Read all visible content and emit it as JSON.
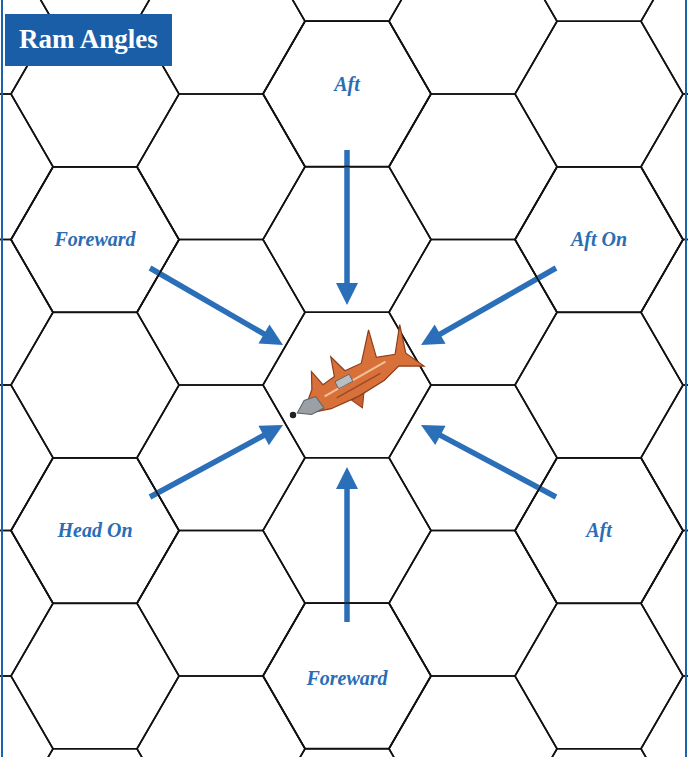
{
  "diagram": {
    "title": "Ram Angles",
    "nodes": [
      {
        "text": [
          "Aft"
        ]
      },
      {
        "text": [
          "Foreward"
        ]
      },
      {
        "text": [
          "Aft On"
        ]
      },
      {
        "text": [
          "Head On"
        ]
      },
      {
        "text": [
          "Aft"
        ]
      },
      {
        "text": [
          "Foreward"
        ]
      }
    ]
  }
}
